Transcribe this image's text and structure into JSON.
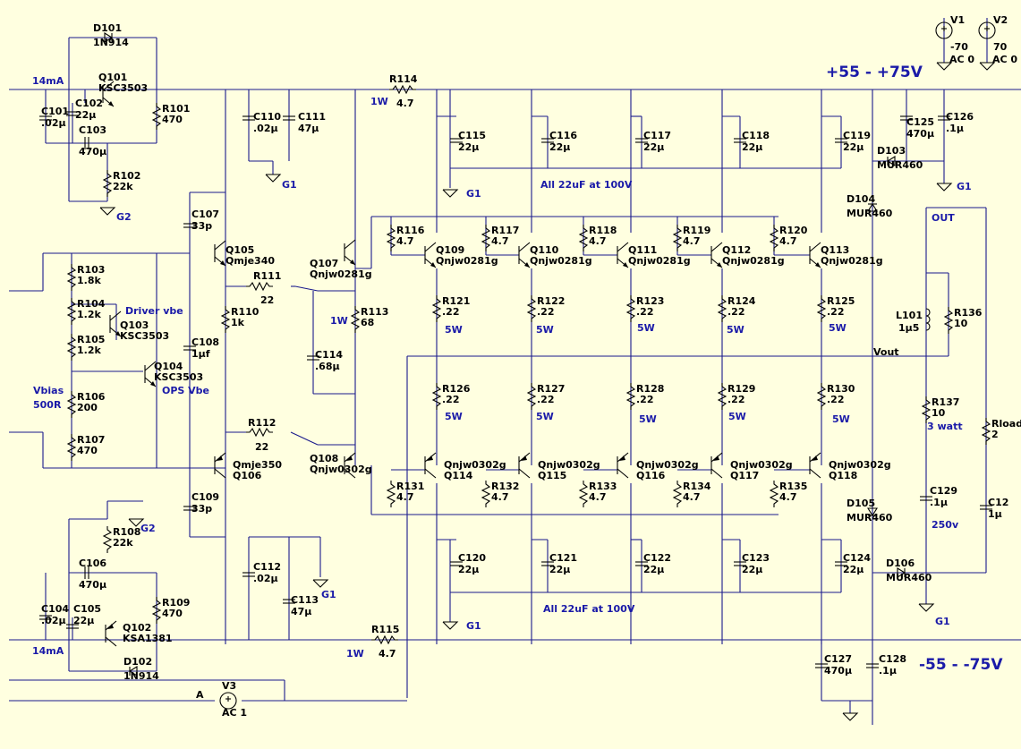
{
  "colors": {
    "background": "#ffffe0",
    "wire": "#1a1a8c",
    "component": "#000000",
    "annotation": "#1a1aa8"
  },
  "resistors": [
    {
      "ref": "R101",
      "val": "470"
    },
    {
      "ref": "R102",
      "val": "22k"
    },
    {
      "ref": "R103",
      "val": "1.8k"
    },
    {
      "ref": "R104",
      "val": "1.2k"
    },
    {
      "ref": "R105",
      "val": "1.2k"
    },
    {
      "ref": "R106",
      "val": "200"
    },
    {
      "ref": "R107",
      "val": "470"
    },
    {
      "ref": "R108",
      "val": "22k"
    },
    {
      "ref": "R109",
      "val": "470"
    },
    {
      "ref": "R110",
      "val": "1k"
    },
    {
      "ref": "R111",
      "val": "22"
    },
    {
      "ref": "R112",
      "val": "22"
    },
    {
      "ref": "R113",
      "val": "68"
    },
    {
      "ref": "R114",
      "val": "4.7"
    },
    {
      "ref": "R115",
      "val": "4.7"
    },
    {
      "ref": "R116",
      "val": "4.7"
    },
    {
      "ref": "R117",
      "val": "4.7"
    },
    {
      "ref": "R118",
      "val": "4.7"
    },
    {
      "ref": "R119",
      "val": "4.7"
    },
    {
      "ref": "R120",
      "val": "4.7"
    },
    {
      "ref": "R121",
      "val": ".22"
    },
    {
      "ref": "R122",
      "val": ".22"
    },
    {
      "ref": "R123",
      "val": ".22"
    },
    {
      "ref": "R124",
      "val": ".22"
    },
    {
      "ref": "R125",
      "val": ".22"
    },
    {
      "ref": "R126",
      "val": ".22"
    },
    {
      "ref": "R127",
      "val": ".22"
    },
    {
      "ref": "R128",
      "val": ".22"
    },
    {
      "ref": "R129",
      "val": ".22"
    },
    {
      "ref": "R130",
      "val": ".22"
    },
    {
      "ref": "R131",
      "val": "4.7"
    },
    {
      "ref": "R132",
      "val": "4.7"
    },
    {
      "ref": "R133",
      "val": "4.7"
    },
    {
      "ref": "R134",
      "val": "4.7"
    },
    {
      "ref": "R135",
      "val": "4.7"
    },
    {
      "ref": "R136",
      "val": "10"
    },
    {
      "ref": "R137",
      "val": "10"
    },
    {
      "ref": "Rload",
      "val": "2"
    }
  ],
  "capacitors": [
    {
      "ref": "C101",
      "val": ".02µ"
    },
    {
      "ref": "C102",
      "val": "22µ"
    },
    {
      "ref": "C103",
      "val": "470µ"
    },
    {
      "ref": "C104",
      "val": ".02µ"
    },
    {
      "ref": "C105",
      "val": "22µ"
    },
    {
      "ref": "C106",
      "val": "470µ"
    },
    {
      "ref": "C107",
      "val": "33p"
    },
    {
      "ref": "C108",
      "val": "1µf"
    },
    {
      "ref": "C109",
      "val": "33p"
    },
    {
      "ref": "C110",
      "val": ".02µ"
    },
    {
      "ref": "C111",
      "val": "47µ"
    },
    {
      "ref": "C112",
      "val": ".02µ"
    },
    {
      "ref": "C113",
      "val": "47µ"
    },
    {
      "ref": "C114",
      "val": ".68µ"
    },
    {
      "ref": "C115",
      "val": "22µ"
    },
    {
      "ref": "C116",
      "val": "22µ"
    },
    {
      "ref": "C117",
      "val": "22µ"
    },
    {
      "ref": "C118",
      "val": "22µ"
    },
    {
      "ref": "C119",
      "val": "22µ"
    },
    {
      "ref": "C120",
      "val": "22µ"
    },
    {
      "ref": "C121",
      "val": "22µ"
    },
    {
      "ref": "C122",
      "val": "22µ"
    },
    {
      "ref": "C123",
      "val": "22µ"
    },
    {
      "ref": "C124",
      "val": "22µ"
    },
    {
      "ref": "C125",
      "val": "470µ"
    },
    {
      "ref": "C126",
      "val": ".1µ"
    },
    {
      "ref": "C127",
      "val": "470µ"
    },
    {
      "ref": "C128",
      "val": ".1µ"
    },
    {
      "ref": "C129",
      "val": ".1µ"
    },
    {
      "ref": "C12",
      "val": "1µ"
    }
  ],
  "transistors": [
    {
      "ref": "Q101",
      "model": "KSC3503"
    },
    {
      "ref": "Q102",
      "model": "KSA1381"
    },
    {
      "ref": "Q103",
      "model": "KSC3503"
    },
    {
      "ref": "Q104",
      "model": "KSC3503"
    },
    {
      "ref": "Q105",
      "model": "Qmje340"
    },
    {
      "ref": "Q106",
      "model": "Qmje350"
    },
    {
      "ref": "Q107",
      "model": "Qnjw0281g"
    },
    {
      "ref": "Q108",
      "model": "Qnjw0302g"
    },
    {
      "ref": "Q109",
      "model": "Qnjw0281g"
    },
    {
      "ref": "Q110",
      "model": "Qnjw0281g"
    },
    {
      "ref": "Q111",
      "model": "Qnjw0281g"
    },
    {
      "ref": "Q112",
      "model": "Qnjw0281g"
    },
    {
      "ref": "Q113",
      "model": "Qnjw0281g"
    },
    {
      "ref": "Q114",
      "model": "Qnjw0302g"
    },
    {
      "ref": "Q115",
      "model": "Qnjw0302g"
    },
    {
      "ref": "Q116",
      "model": "Qnjw0302g"
    },
    {
      "ref": "Q117",
      "model": "Qnjw0302g"
    },
    {
      "ref": "Q118",
      "model": "Qnjw0302g"
    }
  ],
  "diodes": [
    {
      "ref": "D101",
      "model": "1N914"
    },
    {
      "ref": "D102",
      "model": "1N914"
    },
    {
      "ref": "D103",
      "model": "MUR460"
    },
    {
      "ref": "D104",
      "model": "MUR460"
    },
    {
      "ref": "D105",
      "model": "MUR460"
    },
    {
      "ref": "D106",
      "model": "MUR460"
    }
  ],
  "inductor": {
    "ref": "L101",
    "val": "1µ5"
  },
  "sources": [
    {
      "ref": "V1",
      "val": "-70",
      "ac": "AC 0"
    },
    {
      "ref": "V2",
      "val": "70",
      "ac": "AC 0"
    },
    {
      "ref": "V3",
      "val": "AC 1"
    }
  ],
  "ground_label_g1": "G1",
  "ground_label_g2": "G2",
  "annotations": {
    "i_top": "14mA",
    "i_bot": "14mA",
    "w_r114": "1W",
    "w_r113": "1W",
    "w_r115": "1W",
    "driver_vbe": "Driver vbe",
    "ops_vbe": "OPS Vbe",
    "vbias": "Vbias",
    "vbias_r": "500R",
    "w5": "5W",
    "note_caps": "All 22uF at 100V",
    "watt3": "3 watt",
    "v250": "250v",
    "net_out": "OUT",
    "net_vout": "Vout",
    "net_a": "A",
    "rail_pos": "+55 -  +75V",
    "rail_neg": "-55 -  -75V"
  }
}
